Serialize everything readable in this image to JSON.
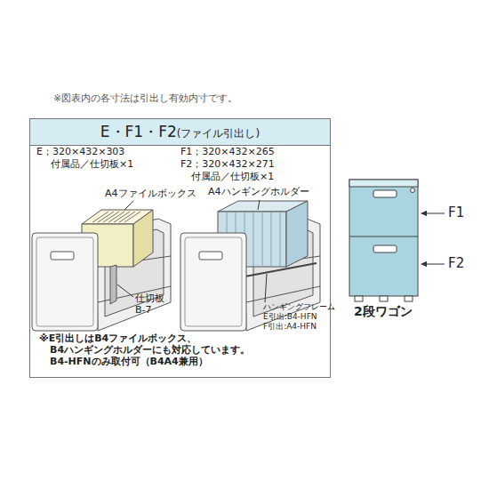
{
  "diagram": {
    "nodes": [
      {
        "text": [
          "E・F1・F2",
          "(ファイル引出し)"
        ]
      }
    ],
    "labels": [
      "※図表内の各寸法は引出し有効内寸です。",
      "E；320×432×303",
      "付属品／仕切板×1",
      "F1；320×432×265",
      "F2；320×432×271",
      "付属品／仕切板×1",
      "A4ファイルボックス",
      "A4ハンギングホルダー",
      "仕切板",
      "B-7",
      "ハンギングフレーム",
      "E引出:B4-HFN",
      "F引出:A4-HFN",
      "※E引出しはB4ファイルボックス、",
      "B4ハンギングホルダーにも対応しています。",
      "B4-HFNのみ取付可（B4A4兼用）",
      "F1",
      "F2",
      "2段ワゴン"
    ]
  }
}
